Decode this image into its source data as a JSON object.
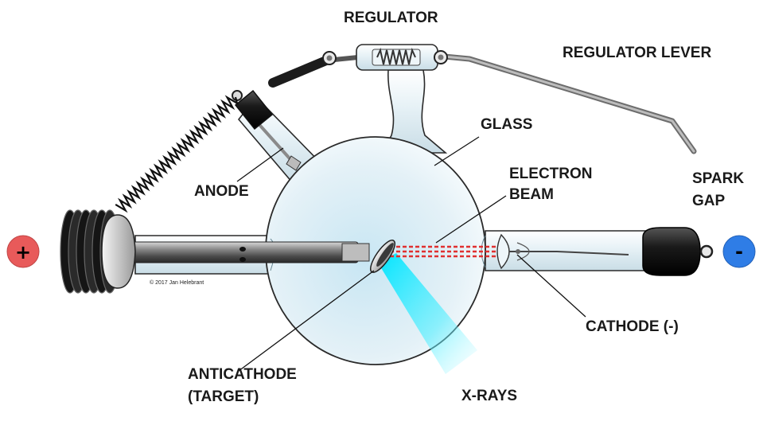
{
  "labels": {
    "regulator": "REGULATOR",
    "regulator_lever": "REGULATOR LEVER",
    "glass": "GLASS",
    "electron_beam_line1": "ELECTRON",
    "electron_beam_line2": "BEAM",
    "spark_gap_line1": "SPARK",
    "spark_gap_line2": "GAP",
    "anode": "ANODE",
    "cathode": "CATHODE (-)",
    "anticathode_line1": "ANTICATHODE",
    "anticathode_line2": "(TARGET)",
    "xrays": "X-RAYS"
  },
  "terminals": {
    "positive": "+",
    "negative": "-"
  },
  "copyright": "© 2017 Jan Helebrant",
  "colors": {
    "positive_terminal": "#e85a5a",
    "negative_terminal": "#2f7de6",
    "glass_fill": "#e3f0f6",
    "xray_beam": "#00e5ff",
    "electron_beam": "#e03030",
    "metal_dark": "#222222"
  }
}
